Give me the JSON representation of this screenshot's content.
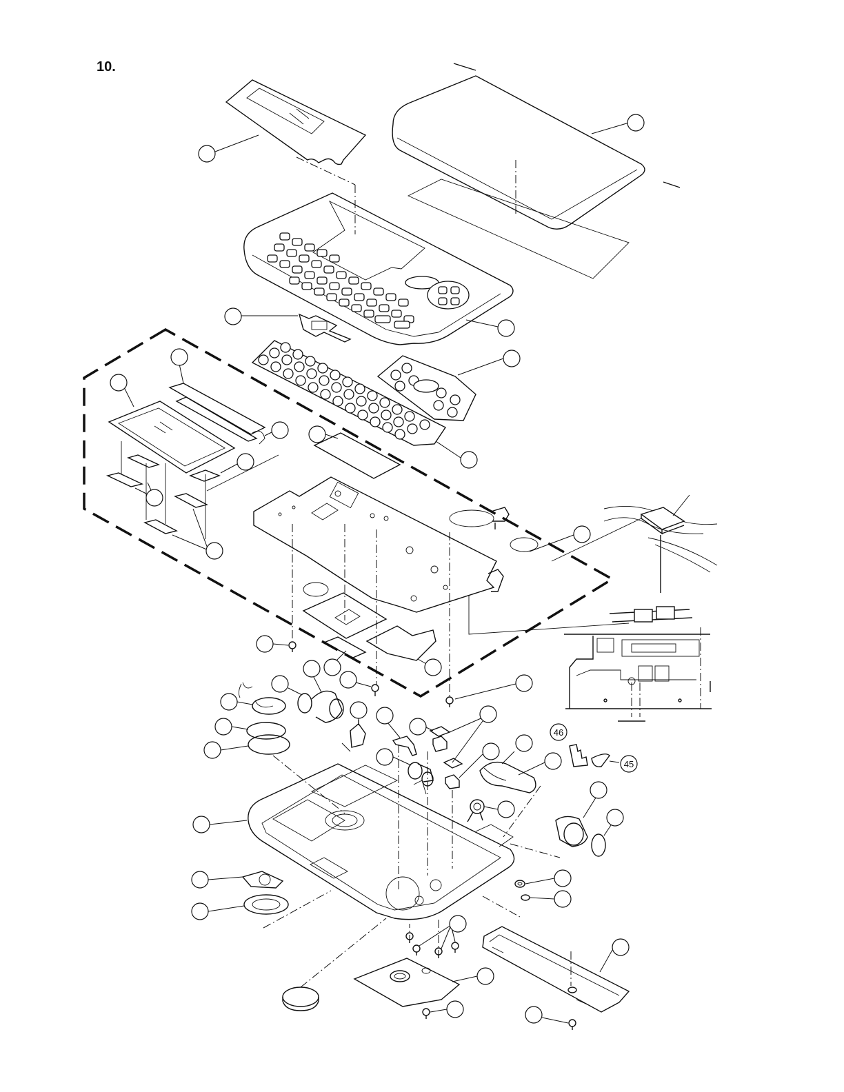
{
  "page": {
    "number": "10."
  },
  "callouts": {
    "label_46": "46",
    "label_45": "45"
  },
  "colors": {
    "ink": "#111111",
    "paper": "#ffffff"
  }
}
